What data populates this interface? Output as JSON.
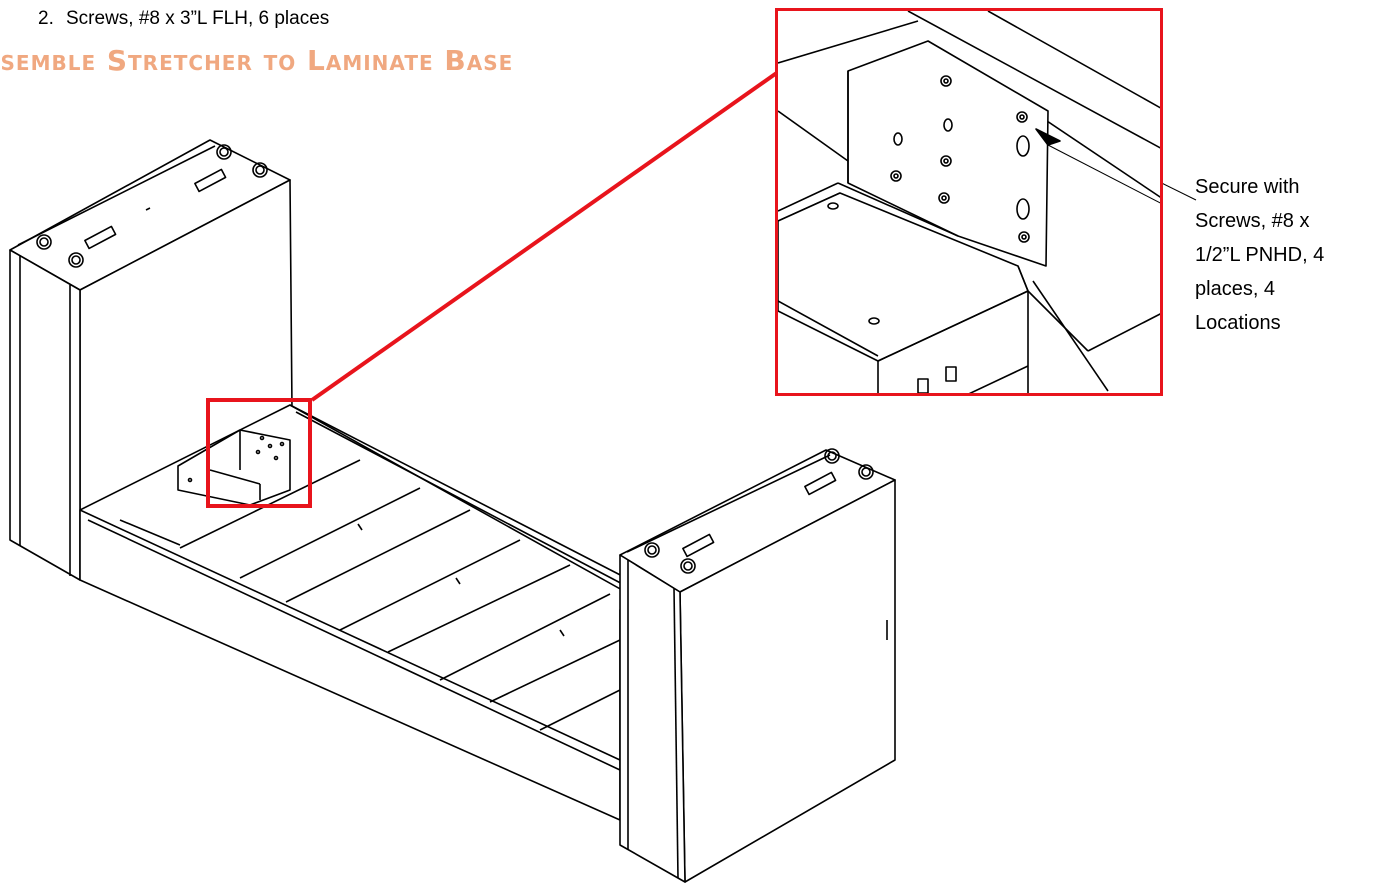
{
  "parts_list": {
    "number": "2.",
    "text": "Screws, #8 x 3”L FLH, 6 places"
  },
  "step_title": "ssemble Stretcher to Laminate Base",
  "callout": {
    "lines": [
      "Secure with",
      "Screws, #8 x",
      "1/2”L PNHD, 4",
      "places, 4",
      "Locations"
    ]
  },
  "colors": {
    "title": "#f0a880",
    "highlight": "#e8141c",
    "line": "#000000"
  }
}
